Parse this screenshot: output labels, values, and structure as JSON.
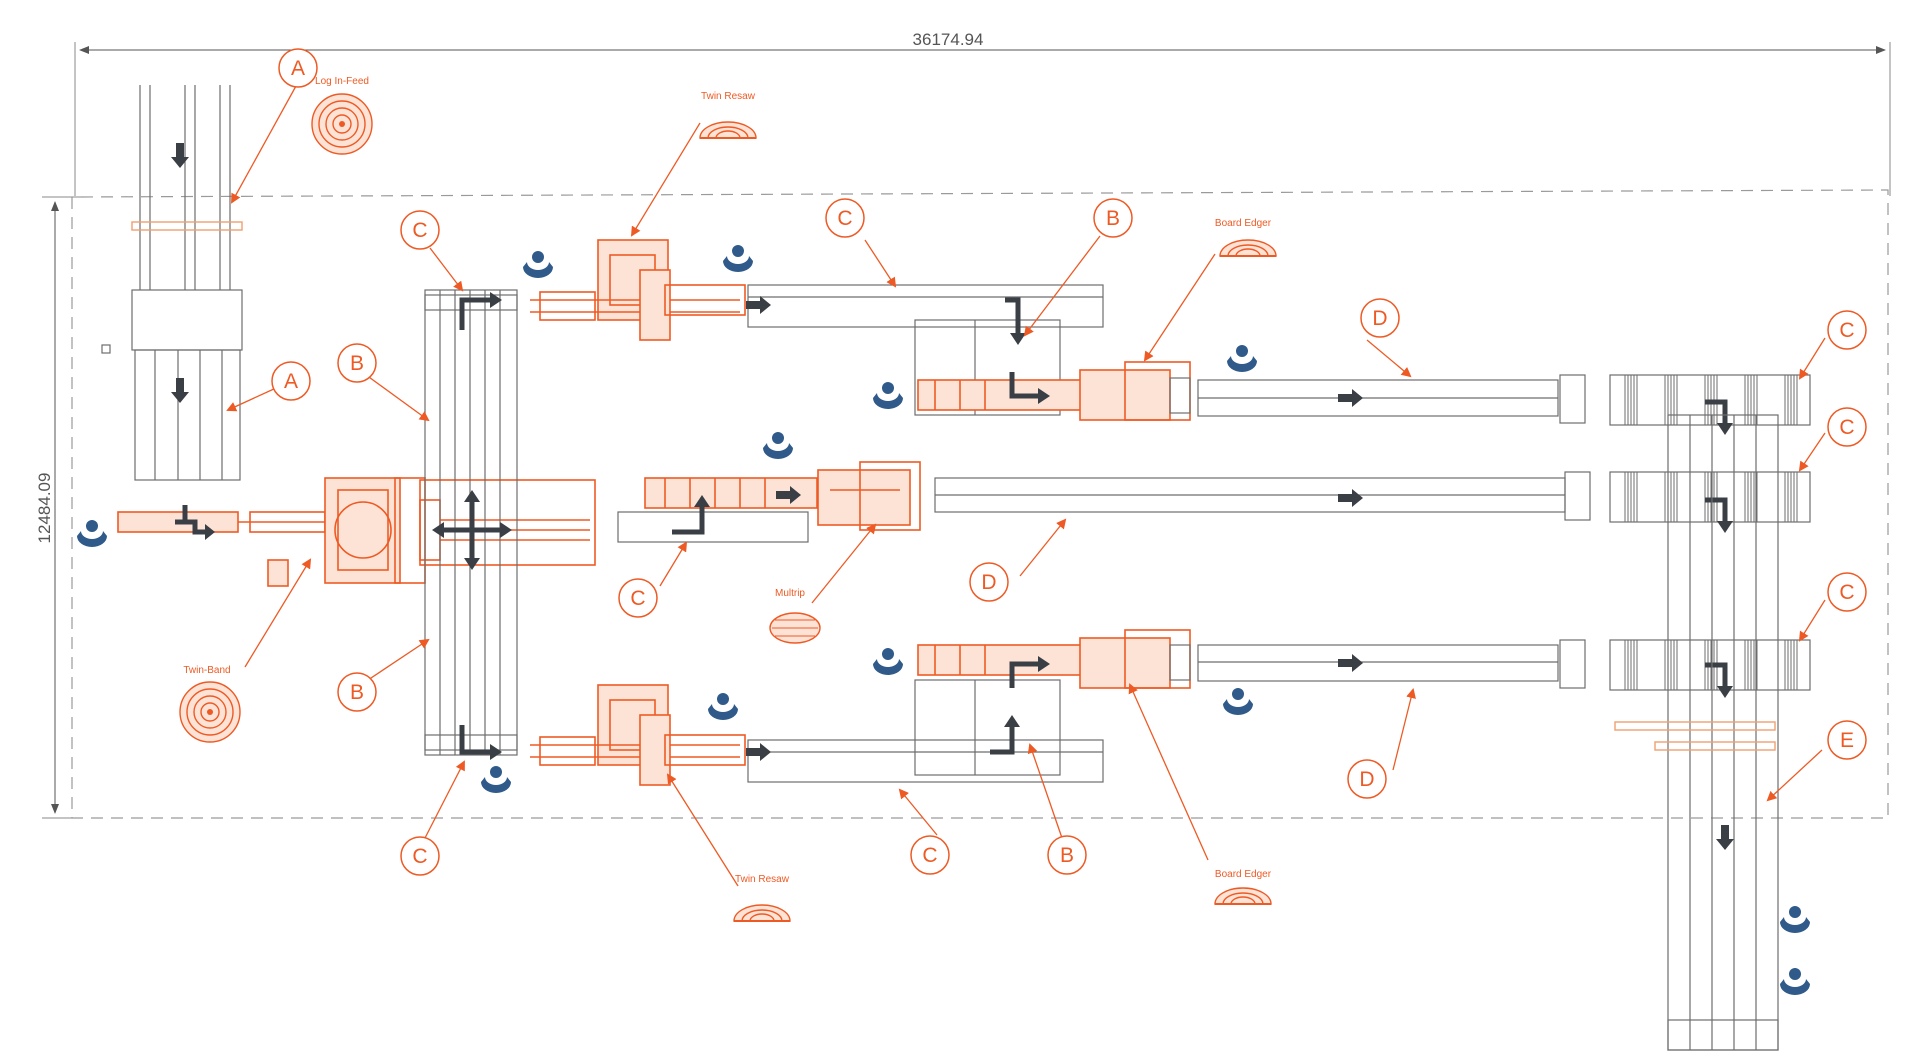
{
  "colors": {
    "machine": "#ee5a24",
    "conveyor": "#6d6d6d",
    "operator": "#2f5a8a",
    "arrow": "#3a3f45",
    "dimension": "#555555"
  },
  "dimensions": {
    "width_label": "36174.94",
    "height_label": "12484.09"
  },
  "machine_labels": {
    "log_infeed": "Log In-Feed",
    "twin_resaw_top": "Twin Resaw",
    "board_edger_top": "Board Edger",
    "multirip": "Multrip",
    "twin_band": "Twin-Band",
    "twin_resaw_bottom": "Twin Resaw",
    "board_edger_bottom": "Board Edger"
  },
  "callouts": {
    "a1": "A",
    "a2": "A",
    "b1": "B",
    "b2": "B",
    "b3": "B",
    "b4": "B",
    "c1": "C",
    "c2": "C",
    "c3": "C",
    "c4": "C",
    "c5": "C",
    "c6": "C",
    "c7": "C",
    "c8": "C",
    "d1": "D",
    "d2": "D",
    "d3": "D",
    "e1": "E"
  },
  "icons": {
    "operator": "operator-station-icon",
    "flow": "flow-direction-arrow-icon",
    "log_end": "log-end-grain-icon"
  }
}
